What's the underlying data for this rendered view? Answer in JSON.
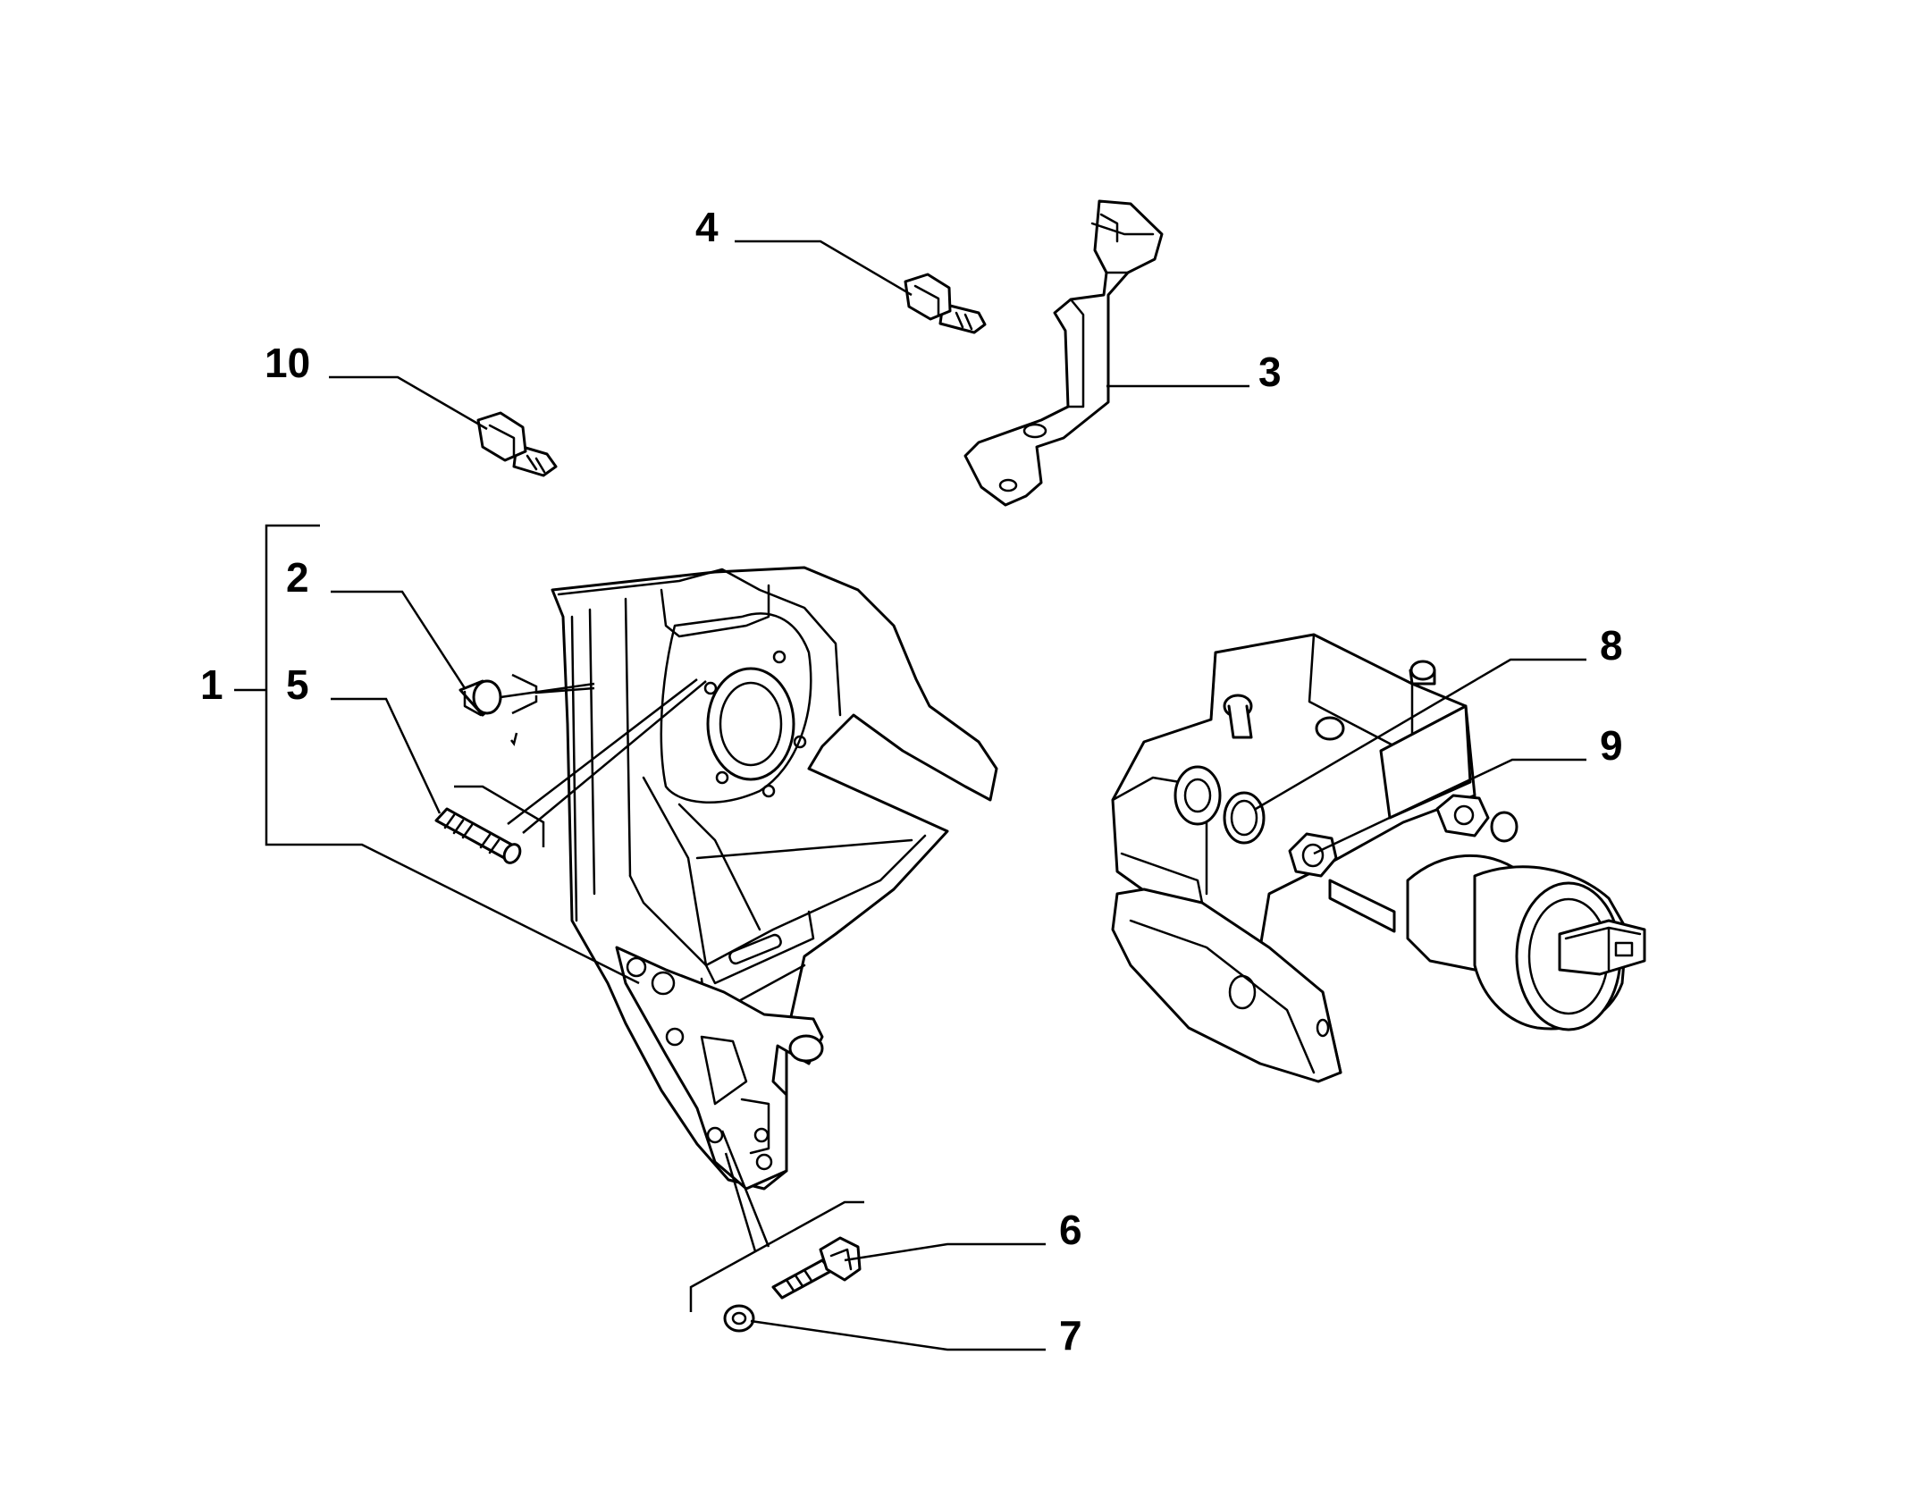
{
  "diagram": {
    "callouts": [
      "1",
      "2",
      "3",
      "4",
      "5",
      "6",
      "7",
      "8",
      "9",
      "10"
    ]
  },
  "colors": {
    "line": "#000000",
    "background": "#ffffff"
  }
}
